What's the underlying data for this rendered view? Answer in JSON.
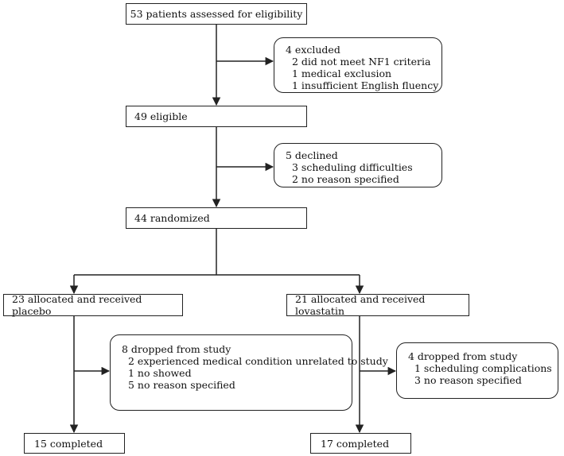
{
  "boxes": {
    "assessed": "53 patients assessed for eligibility",
    "excluded": {
      "title": "4 excluded",
      "items": [
        "2 did not meet NF1 criteria",
        "1 medical exclusion",
        "1 insufficient English fluency"
      ]
    },
    "eligible": "49 eligible",
    "declined": {
      "title": "5 declined",
      "items": [
        "3 scheduling difficulties",
        "2 no reason specified"
      ]
    },
    "randomized": "44 randomized",
    "placebo": "23 allocated and received placebo",
    "lovastatin": "21 allocated and received lovastatin",
    "placebo_dropped": {
      "title": "8 dropped from study",
      "items": [
        "2 experienced medical condition unrelated to study",
        "1 no showed",
        "5 no reason specified"
      ]
    },
    "lovastatin_dropped": {
      "title": "4 dropped from study",
      "items": [
        "1 scheduling complications",
        "3 no reason specified"
      ]
    },
    "placebo_completed": "15 completed",
    "lovastatin_completed": "17 completed"
  },
  "colors": {
    "line": "#222222",
    "text": "#111111"
  }
}
